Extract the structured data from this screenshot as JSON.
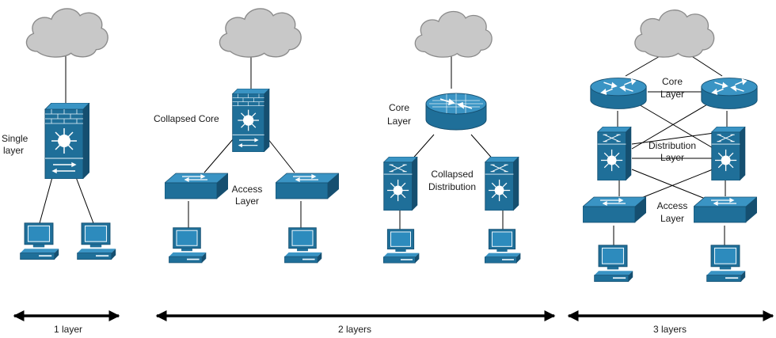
{
  "labels": {
    "single_layer_1": "Single",
    "single_layer_2": "layer",
    "collapsed_core": "Collapsed Core",
    "access_layer_1": "Access",
    "access_layer_2": "Layer",
    "core_layer_1": "Core",
    "core_layer_2": "Layer",
    "collapsed_dist_1": "Collapsed",
    "collapsed_dist_2": "Distribution",
    "core3_1": "Core",
    "core3_2": "Layer",
    "dist3_1": "Distribution",
    "dist3_2": "Layer",
    "access3_1": "Access",
    "access3_2": "Layer"
  },
  "footer": {
    "one_layer": "1 layer",
    "two_layers": "2 layers",
    "three_layers": "3 layers"
  },
  "icons": {
    "cloud": "cloud-icon",
    "firewall_switch": "multilayer-switch-firewall-icon",
    "router": "router-icon",
    "layer3_switch": "layer3-switch-icon",
    "workgroup_switch": "workgroup-switch-icon",
    "workstation": "workstation-icon"
  },
  "colors": {
    "device": "#1f6f99",
    "device_dark": "#154f70",
    "cloud": "#c8c8c8",
    "line": "#000000"
  }
}
